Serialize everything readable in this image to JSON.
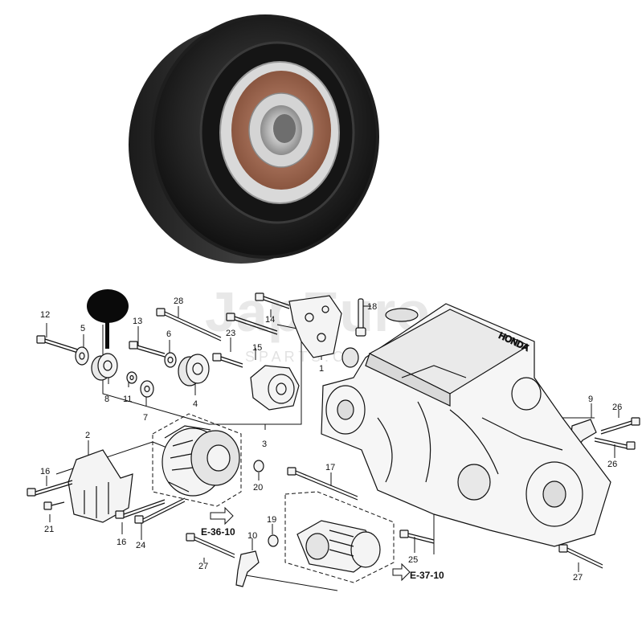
{
  "watermark": {
    "brand": "JapEuro",
    "tagline": "S P A R T S . C O . U K"
  },
  "engine_badge": "HONDA",
  "references": {
    "alternator": "E-36-10",
    "starter": "E-37-10"
  },
  "callouts": {
    "n1": "1",
    "n2": "2",
    "n3": "3",
    "n4": "4",
    "n5": "5",
    "n6": "6",
    "n7": "7",
    "n8": "8",
    "n9": "9",
    "n10": "10",
    "n11": "11",
    "n12": "12",
    "n13": "13",
    "n14": "14",
    "n15": "15",
    "n16a": "16",
    "n16b": "16",
    "n17": "17",
    "n18": "18",
    "n19": "19",
    "n20": "20",
    "n21": "21",
    "n23": "23",
    "n24": "24",
    "n25": "25",
    "n26a": "26",
    "n26b": "26",
    "n27a": "27",
    "n27b": "27",
    "n28": "28"
  },
  "colors": {
    "pulley": "#2b2b2b",
    "bearing_seal": "#a8705a",
    "line": "#111111"
  }
}
